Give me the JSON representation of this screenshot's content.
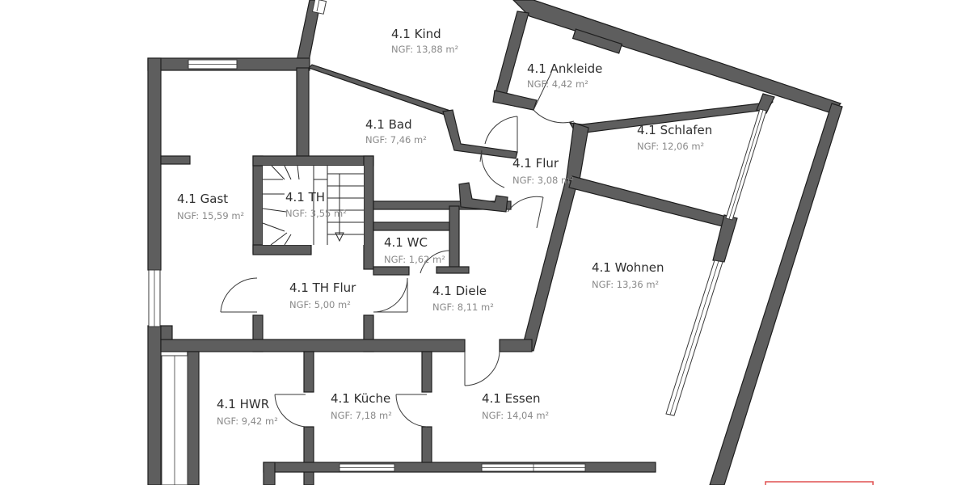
{
  "plan": {
    "rooms": [
      {
        "name": "4.1 Kind",
        "area": "NGF: 13,88 m²"
      },
      {
        "name": "4.1 Ankleide",
        "area": "NGF: 4,42 m²"
      },
      {
        "name": "4.1 Bad",
        "area": "NGF: 7,46 m²"
      },
      {
        "name": "4.1 Schlafen",
        "area": "NGF: 12,06 m²"
      },
      {
        "name": "4.1 Flur",
        "area": "NGF: 3,08 m²"
      },
      {
        "name": "4.1 Gast",
        "area": "NGF: 15,59 m²"
      },
      {
        "name": "4.1 TH",
        "area": "NGF: 3,55 m²"
      },
      {
        "name": "4.1 WC",
        "area": "NGF: 1,62 m²"
      },
      {
        "name": "4.1 Wohnen",
        "area": "NGF: 13,36 m²"
      },
      {
        "name": "4.1 TH Flur",
        "area": "NGF: 5,00 m²"
      },
      {
        "name": "4.1 Diele",
        "area": "NGF: 8,11 m²"
      },
      {
        "name": "4.1 HWR",
        "area": "NGF: 9,42 m²"
      },
      {
        "name": "4.1 Küche",
        "area": "NGF: 7,18 m²"
      },
      {
        "name": "4.1 Essen",
        "area": "NGF: 14,04 m²"
      }
    ],
    "colors": {
      "wall": "#5e5e5e",
      "wall_outline": "#1e1e1e",
      "label": "#2f2f2f",
      "area_label": "#8a8a8a",
      "stamp": "#e05050"
    }
  }
}
